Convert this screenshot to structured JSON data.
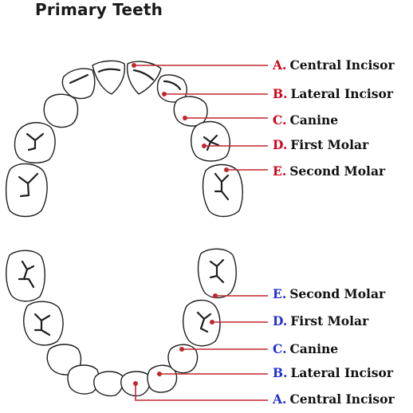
{
  "title": "Primary Teeth",
  "colors": {
    "upper_letter": "#d0021b",
    "lower_letter": "#1f2fd0",
    "leader": "#c0272d",
    "outline": "#1e1e1e"
  },
  "upper_labels": [
    {
      "letter": "A.",
      "name": "Central Incisor"
    },
    {
      "letter": "B.",
      "name": "Lateral Incisor"
    },
    {
      "letter": "C.",
      "name": "Canine"
    },
    {
      "letter": "D.",
      "name": "First Molar"
    },
    {
      "letter": "E.",
      "name": "Second Molar"
    }
  ],
  "lower_labels": [
    {
      "letter": "E.",
      "name": "Second Molar"
    },
    {
      "letter": "D.",
      "name": "First Molar"
    },
    {
      "letter": "C.",
      "name": "Canine"
    },
    {
      "letter": "B.",
      "name": "Lateral Incisor"
    },
    {
      "letter": "A.",
      "name": "Central Incisor"
    }
  ]
}
